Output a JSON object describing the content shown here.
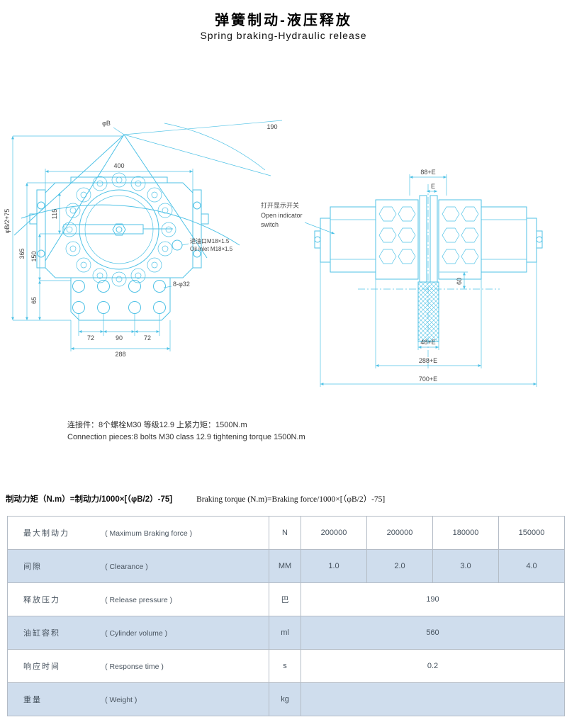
{
  "title": {
    "zh": "弹簧制动-液压释放",
    "en": "Spring braking-Hydraulic release"
  },
  "drawing": {
    "phi_b": "φB",
    "dim_190": "190",
    "dim_400": "400",
    "dim_115": "115",
    "dim_phib2": "φB/2+75",
    "dim_365": "365",
    "dim_150": "150",
    "dim_65": "65",
    "dim_72a": "72",
    "dim_90": "90",
    "dim_72b": "72",
    "dim_288": "288",
    "dim_holes": "8-φ32",
    "oil_zh": "进油口M18×1.5",
    "oil_en": "Oil inlet M18×1.5",
    "switch_zh": "打开显示开关",
    "switch_en1": "Open indicator",
    "switch_en2": "switch",
    "dim_88e": "88+E",
    "dim_e": "E",
    "dim_60": "60",
    "dim_48e": "48+E",
    "dim_288e": "288+E",
    "dim_700e": "700+E"
  },
  "notes": {
    "zh": "连接件：8个螺栓M30 等级12.9 上紧力矩：1500N.m",
    "en": "Connection pieces:8 bolts M30 class 12.9 tightening torque 1500N.m"
  },
  "formula": {
    "zh": "制动力矩（N.m）=制动力/1000×[（φB/2）-75]",
    "en": "Braking torque (N.m)=Braking force/1000×[（φB/2）-75]"
  },
  "table": {
    "rows": [
      {
        "zh": "最大制动力",
        "en": "( Maximum Braking force )",
        "unit": "N",
        "values": [
          "200000",
          "200000",
          "180000",
          "150000"
        ]
      },
      {
        "zh": "间隙",
        "en": "( Clearance )",
        "unit": "MM",
        "values": [
          "1.0",
          "2.0",
          "3.0",
          "4.0"
        ]
      },
      {
        "zh": "释放压力",
        "en": "( Release pressure )",
        "unit": "巴",
        "values": [
          "190"
        ]
      },
      {
        "zh": "油缸容积",
        "en": "( Cylinder volume )",
        "unit": "ml",
        "values": [
          "560"
        ]
      },
      {
        "zh": "响应时间",
        "en": "( Response time )",
        "unit": "s",
        "values": [
          "0.2"
        ]
      },
      {
        "zh": "重量",
        "en": "( Weight )",
        "unit": "kg",
        "values": [
          ""
        ]
      }
    ]
  }
}
